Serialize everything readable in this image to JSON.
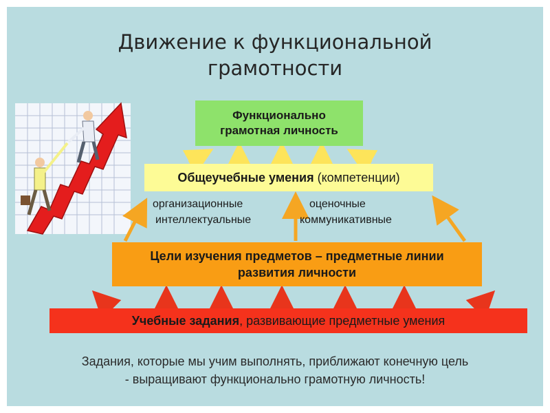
{
  "title": {
    "line1": "Движение к функциональной",
    "line2": "грамотности"
  },
  "boxes": {
    "top": {
      "line1": "Функционально",
      "line2": "грамотная личность",
      "color": "#8ee26b"
    },
    "skills": {
      "bold": "Общеучебные умения",
      "normal": " (компетенции)",
      "color": "#fdfb96"
    },
    "goals": {
      "line1": "Цели изучения предметов – предметные линии",
      "line2": "развития личности",
      "color": "#f99d14"
    },
    "tasks": {
      "bold": "Учебные задания",
      "normal": ", развивающие предметные умения",
      "color": "#f5321c"
    }
  },
  "skill_types": [
    "организационные",
    "интеллектуальные",
    "оценочные",
    "коммуникативные"
  ],
  "footer": {
    "line1": "Задания, которые мы учим выполнять, приближают конечную цель",
    "line2": "- выращивают функционально грамотную личность!"
  },
  "colors": {
    "background": "#b9dce0",
    "arrow_red": "#e8351c",
    "arrow_orange": "#f5a623",
    "arrow_yellow": "#fde45a"
  },
  "illustration": "business-people-climbing-growth-arrow"
}
